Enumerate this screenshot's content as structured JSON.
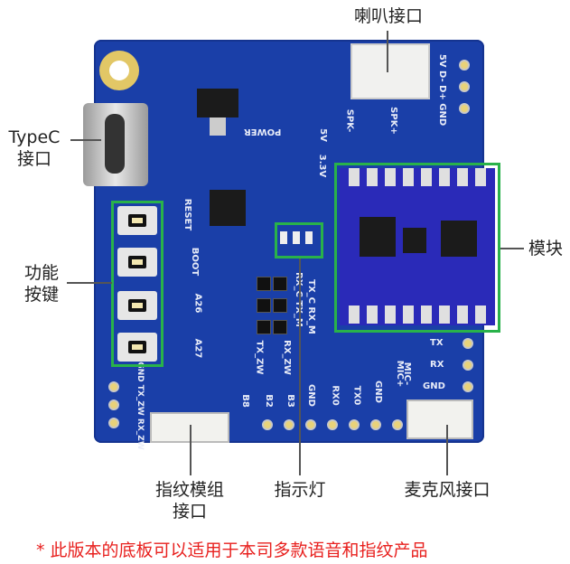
{
  "callouts": {
    "speaker": "喇叭接口",
    "typec_line1": "TypeC",
    "typec_line2": "接口",
    "buttons_line1": "功能",
    "buttons_line2": "按键",
    "module": "模块",
    "fingerprint_line1": "指纹模组",
    "fingerprint_line2": "接口",
    "indicator": "指示灯",
    "mic": "麦克风接口"
  },
  "footnote": "* 此版本的底板可以适用于本司多款语音和指纹产品",
  "silkscreen": {
    "power": "POWER",
    "v5": "5V",
    "v33": "3.3V",
    "spk_minus": "SPK-",
    "spk_plus": "SPK+",
    "usb_pins": "5V D- D+ GND",
    "reset": "RESET",
    "boot": "BOOT",
    "a26": "A26",
    "a27": "A27",
    "rxc_txm": "RX_C TX_M",
    "txc_rxm": "TX_C RX_M",
    "tx_zw": "TX_ZW",
    "rx_zw": "RX_ZW",
    "left_header": "GND TX_ZW RX_ZW",
    "bottom_pins": [
      "B8",
      "B2",
      "B3",
      "GND",
      "RX0",
      "TX0",
      "GND"
    ],
    "right_pins": [
      "TX",
      "RX",
      "GND"
    ],
    "mic_minus": "MIC-",
    "mic_plus": "MIC+"
  },
  "colors": {
    "board": "#1a3fa8",
    "highlight": "#29b24a",
    "footnote": "#e8201e"
  }
}
